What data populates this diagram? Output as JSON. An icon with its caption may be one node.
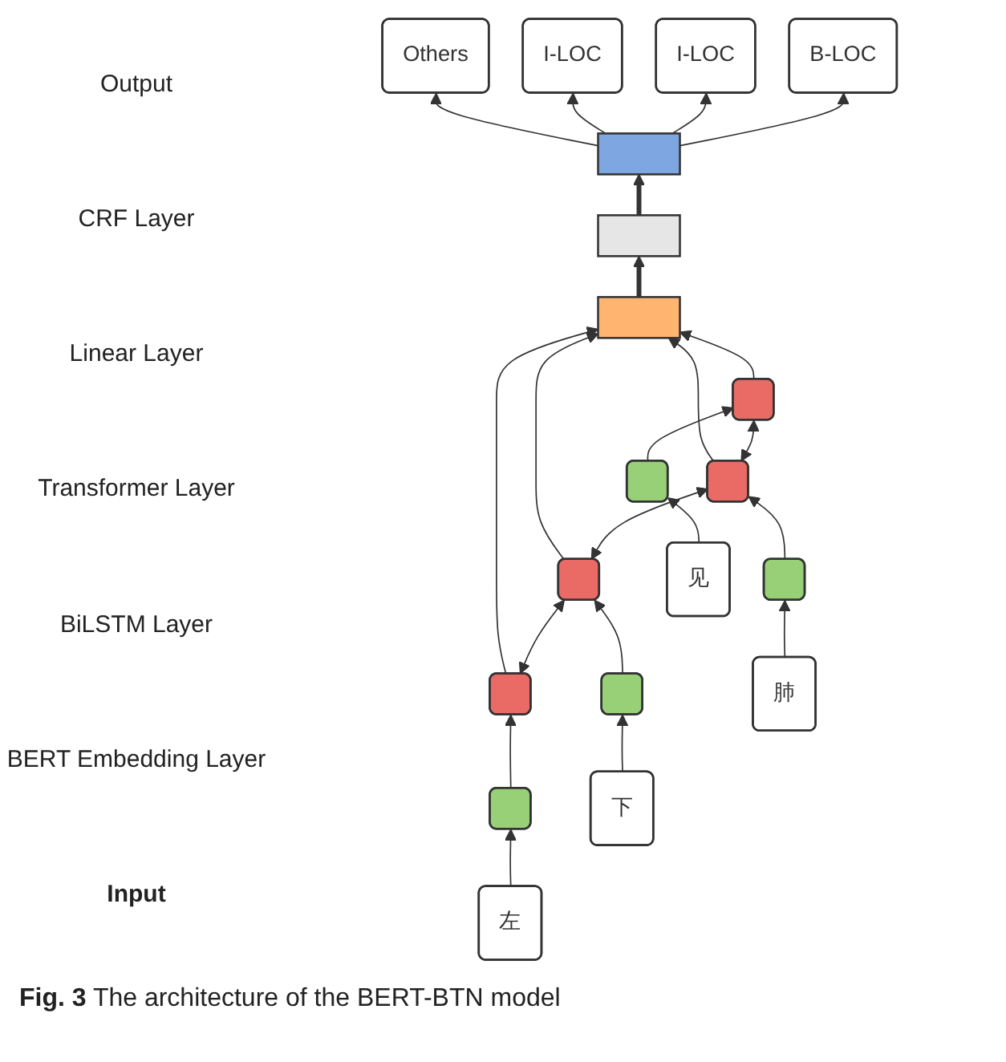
{
  "diagram": {
    "caption": "**Fig. 3** The architecture of the BERT-BTN model",
    "nodes": [
      {
        "text": [
          "B-LOC"
        ]
      },
      {
        "text": [
          "I-LOC"
        ]
      },
      {
        "text": [
          "I-LOC"
        ]
      },
      {
        "text": [
          "Others"
        ]
      },
      {
        "text": [],
        "shape": "bar"
      },
      {
        "text": [],
        "shape": "bar"
      },
      {
        "text": [],
        "shape": "bar"
      },
      {
        "text": [],
        "shape": "box"
      },
      {
        "text": [],
        "shape": "box"
      },
      {
        "text": [],
        "shape": "box"
      },
      {
        "text": [],
        "shape": "box"
      },
      {
        "text": [],
        "shape": "box"
      },
      {
        "text": [],
        "shape": "box"
      },
      {
        "text": [],
        "shape": "box"
      },
      {
        "text": [],
        "shape": "box"
      },
      {
        "text": [
          "左"
        ]
      },
      {
        "text": [
          "下"
        ]
      },
      {
        "text": [
          "肺"
        ]
      },
      {
        "text": [
          "见"
        ]
      }
    ],
    "edges": [
      {
        "from": 15,
        "to": 11,
        "arrow": "to"
      },
      {
        "from": 16,
        "to": 12,
        "arrow": "to"
      },
      {
        "from": 17,
        "to": 13,
        "arrow": "to"
      },
      {
        "from": 18,
        "to": 14,
        "arrow": "to"
      },
      {
        "from": 11,
        "to": 7,
        "arrow": "to"
      },
      {
        "from": 12,
        "to": 8,
        "arrow": "to"
      },
      {
        "from": 13,
        "to": 9,
        "arrow": "to"
      },
      {
        "from": 14,
        "to": 10,
        "arrow": "to"
      },
      {
        "from": 7,
        "to": 8,
        "arrow": "both"
      },
      {
        "from": 8,
        "to": 9,
        "arrow": "both"
      },
      {
        "from": 9,
        "to": 10,
        "arrow": "both"
      },
      {
        "from": 7,
        "to": 6,
        "arrow": "to"
      },
      {
        "from": 8,
        "to": 6,
        "arrow": "to"
      },
      {
        "from": 9,
        "to": 6,
        "arrow": "to"
      },
      {
        "from": 10,
        "to": 6,
        "arrow": "to"
      },
      {
        "from": 6,
        "to": 5,
        "arrow": "to",
        "style": "thick"
      },
      {
        "from": 5,
        "to": 4,
        "arrow": "to",
        "style": "thick"
      },
      {
        "from": 4,
        "to": 0,
        "arrow": "to"
      },
      {
        "from": 4,
        "to": 1,
        "arrow": "to"
      },
      {
        "from": 4,
        "to": 2,
        "arrow": "to"
      },
      {
        "from": 4,
        "to": 3,
        "arrow": "to"
      }
    ],
    "labels": [
      "Output",
      "CRF Layer",
      "Linear Layer",
      "Transformer Layer",
      "BiLSTM Layer",
      "BERT Embedding Layer",
      "Input"
    ]
  }
}
